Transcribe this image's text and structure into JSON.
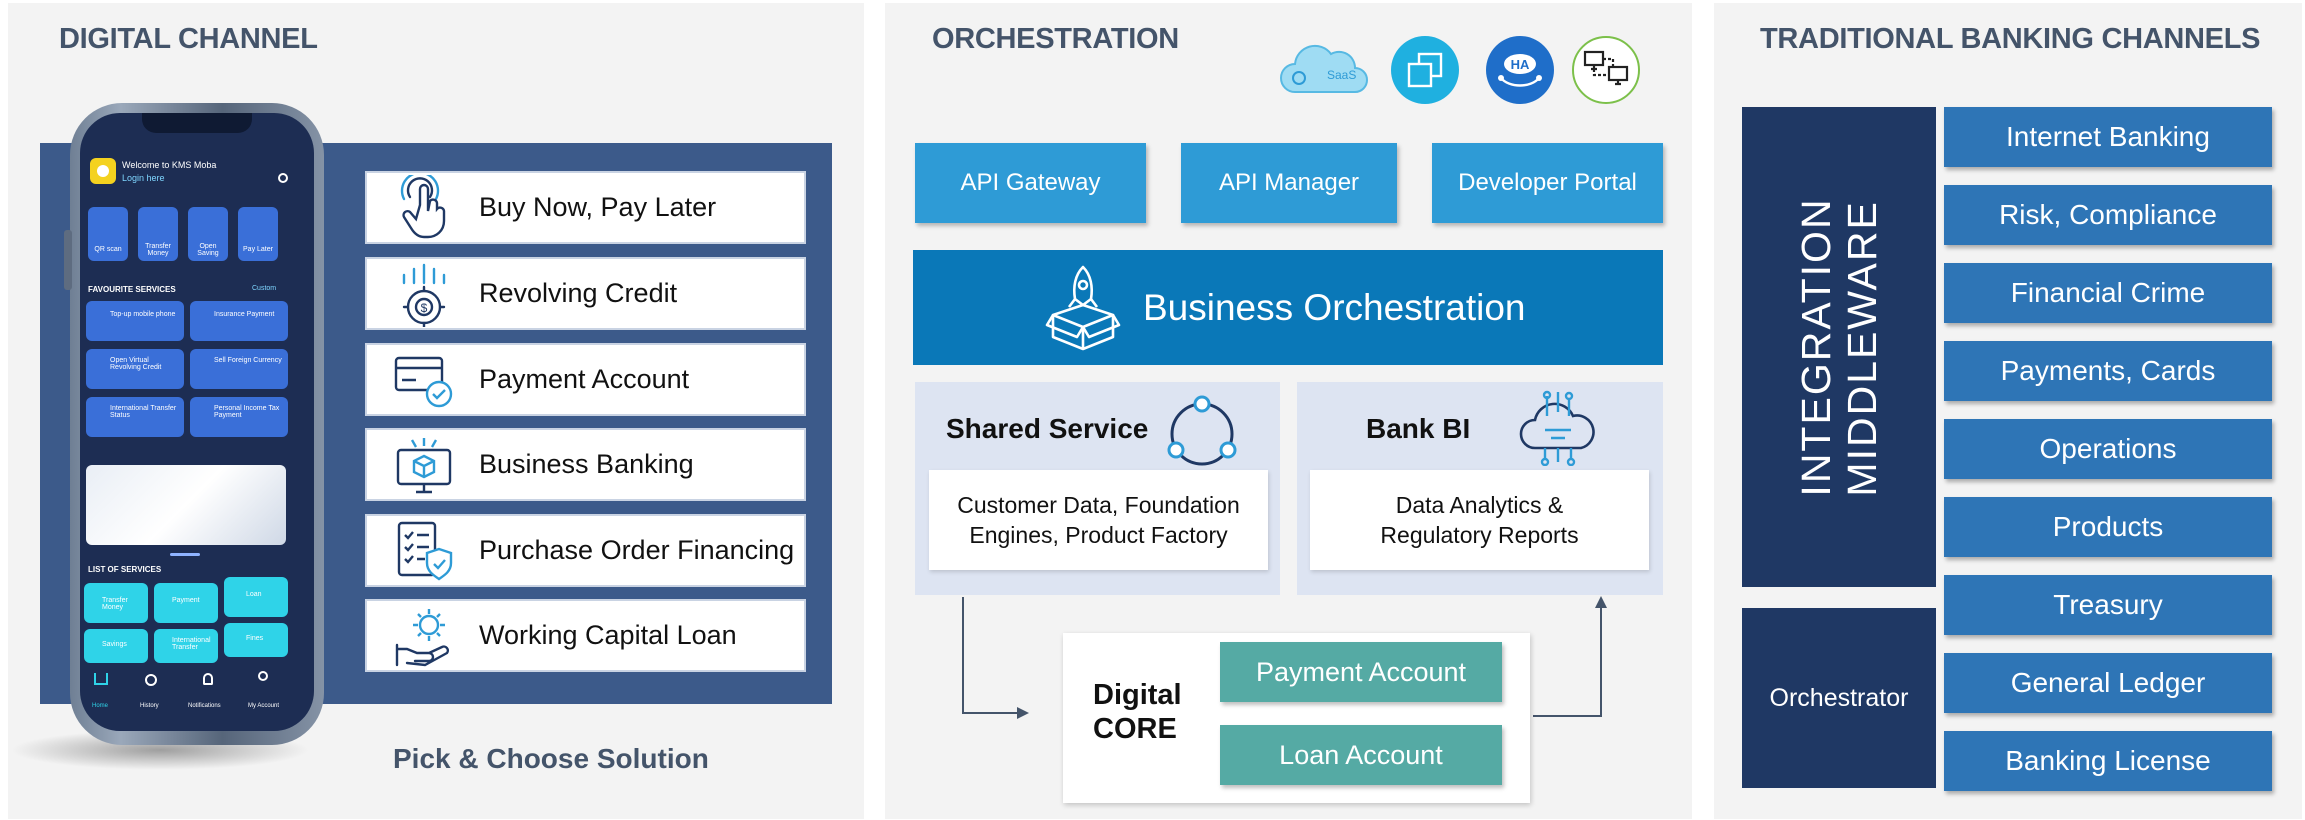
{
  "digital": {
    "title": "DIGITAL CHANNEL",
    "products": [
      {
        "label": "Buy Now, Pay Later",
        "icon": "tap-hand-icon"
      },
      {
        "label": "Revolving Credit",
        "icon": "coin-gear-icon"
      },
      {
        "label": "Payment Account",
        "icon": "card-check-icon"
      },
      {
        "label": "Business Banking",
        "icon": "monitor-cube-icon"
      },
      {
        "label": "Purchase Order Financing",
        "icon": "checklist-shield-icon"
      },
      {
        "label": "Working Capital Loan",
        "icon": "hand-gear-icon"
      }
    ],
    "pick": "Pick & Choose Solution",
    "phone": {
      "welcome": "Welcome to KMS Moba",
      "login": "Login here",
      "quick": [
        "QR scan",
        "Transfer Money",
        "Open Saving",
        "Pay Later"
      ],
      "fav_title": "FAVOURITE SERVICES",
      "fav_custom": "Custom",
      "fav": [
        "Top-up mobile phone",
        "Insurance Payment",
        "Open Virtual Revolving Credit",
        "Sell Foreign Currency",
        "International Transfer Status",
        "Personal Income Tax Payment"
      ],
      "list_title": "LIST OF SERVICES",
      "services": [
        "Transfer Money",
        "Payment",
        "Loan",
        "Savings",
        "International Transfer",
        "Fines"
      ],
      "nav": [
        "Home",
        "History",
        "Notifications",
        "My Account"
      ]
    }
  },
  "orchestration": {
    "title": "ORCHESTRATION",
    "top_icons": [
      "saas-cloud-icon",
      "copy-squares-icon",
      "ha-icon",
      "network-icon"
    ],
    "saas_label": "SaaS",
    "ha_label": "HA",
    "buttons": [
      "API Gateway",
      "API Manager",
      "Developer Portal"
    ],
    "business": "Business Orchestration",
    "shared_title": "Shared Service",
    "shared_body_1": "Customer Data, Foundation",
    "shared_body_2": "Engines, Product Factory",
    "bi_title": "Bank BI",
    "bi_body_1": "Data Analytics &",
    "bi_body_2": "Regulatory Reports",
    "core_1": "Digital",
    "core_2": "CORE",
    "accounts": [
      "Payment Account",
      "Loan Account"
    ]
  },
  "traditional": {
    "title": "TRADITIONAL BANKING CHANNELS",
    "middleware_1": "INTEGRATION",
    "middleware_2": "MIDDLEWARE",
    "orchestrator": "Orchestrator",
    "channels": [
      "Internet Banking",
      "Risk, Compliance",
      "Financial Crime",
      "Payments, Cards",
      "Operations",
      "Products",
      "Treasury",
      "General Ledger",
      "Banking License"
    ]
  },
  "colors": {
    "panel": "#f3f3f3",
    "navy": "#3c5a8a",
    "api_blue": "#2e9bd6",
    "orchestration_blue": "#0a78b8",
    "teal": "#55aaa4",
    "dark_navy": "#1f3864",
    "channel_blue": "#2e75b6"
  }
}
